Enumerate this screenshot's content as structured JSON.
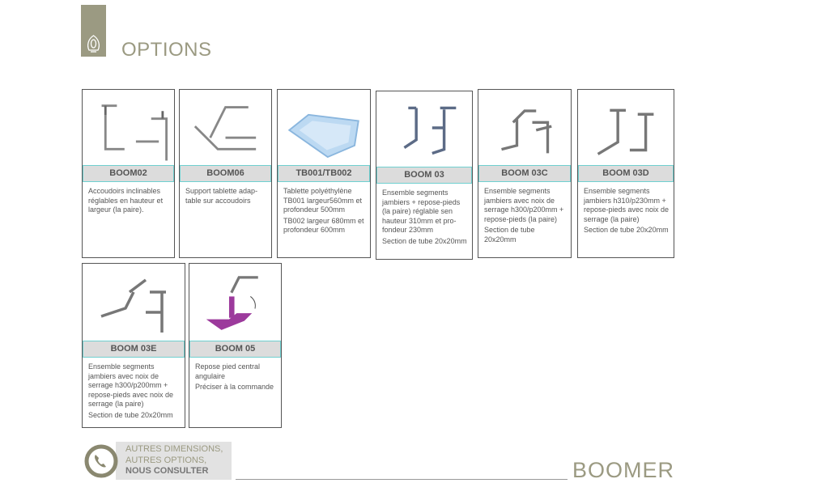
{
  "header": {
    "title": "OPTIONS"
  },
  "cards": [
    {
      "code": "BOOM02",
      "desc": [
        "Accoudoirs inclinables réglables en hauteur et largeur (la paire)."
      ]
    },
    {
      "code": "BOOM06",
      "desc": [
        "Support tablette adap-table sur accoudoirs"
      ]
    },
    {
      "code": "TB001/TB002",
      "desc": [
        "Tablette polyéthylène TB001 largeur560mm et profondeur 500mm",
        "TB002 largeur 680mm et profondeur 600mm"
      ]
    },
    {
      "code": "BOOM 03",
      "desc": [
        "Ensemble segments jambiers + repose-pieds (la paire) réglable sen hauteur 310mm et pro-fondeur 230mm",
        "Section de tube 20x20mm"
      ]
    },
    {
      "code": "BOOM 03C",
      "desc": [
        "Ensemble segments jambiers avec noix de serrage h300/p200mm + repose-pieds (la paire)",
        "Section de tube 20x20mm"
      ]
    },
    {
      "code": "BOOM 03D",
      "desc": [
        "Ensemble segments jambiers h310/p230mm + repose-pieds avec noix de serrage (la paire)",
        "Section de tube 20x20mm"
      ]
    },
    {
      "code": "BOOM 03E",
      "desc": [
        "Ensemble segments jambiers avec noix de serrage h300/p200mm + repose-pieds avec noix de serrage (la paire)",
        "Section de tube 20x20mm"
      ]
    },
    {
      "code": "BOOM 05",
      "desc": [
        "Repose pied central angulaire",
        "Préciser à la commande"
      ]
    }
  ],
  "footer": {
    "contact_line1": "AUTRES DIMENSIONS,",
    "contact_line2": "AUTRES OPTIONS,",
    "contact_line3": "NOUS CONSULTER",
    "brand": "BOOMER"
  },
  "colors": {
    "accent": "#9b9a82",
    "label_border": "#6fd0d0"
  }
}
